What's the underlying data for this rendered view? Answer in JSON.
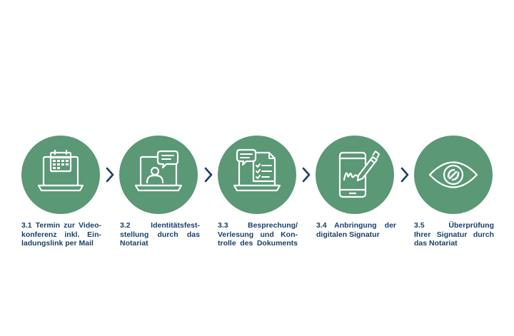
{
  "colors": {
    "circle": "#5a9876",
    "icon": "#ffffff",
    "chevron": "#1b3f6a",
    "text": "#1b3f6a"
  },
  "steps": [
    {
      "icon": "calendar-laptop-icon",
      "lines": [
        "3.1 Termin zur Video-",
        "konferenz inkl. Ein-",
        "ladungslink per Mail"
      ]
    },
    {
      "icon": "video-call-laptop-icon",
      "lines": [
        "3.2 Identitätsfest-",
        "stellung durch das",
        "Notariat"
      ]
    },
    {
      "icon": "document-review-laptop-icon",
      "lines": [
        "3.3 Besprechung/",
        "Verlesung und Kon-",
        "trolle des Dokuments"
      ]
    },
    {
      "icon": "smartphone-signature-icon",
      "lines": [
        "3.4 Anbringung der",
        "digitalen Signatur"
      ]
    },
    {
      "icon": "eye-check-icon",
      "lines": [
        "3.5 Überprüfung",
        "Ihrer Signatur durch",
        "das Notariat"
      ]
    }
  ]
}
